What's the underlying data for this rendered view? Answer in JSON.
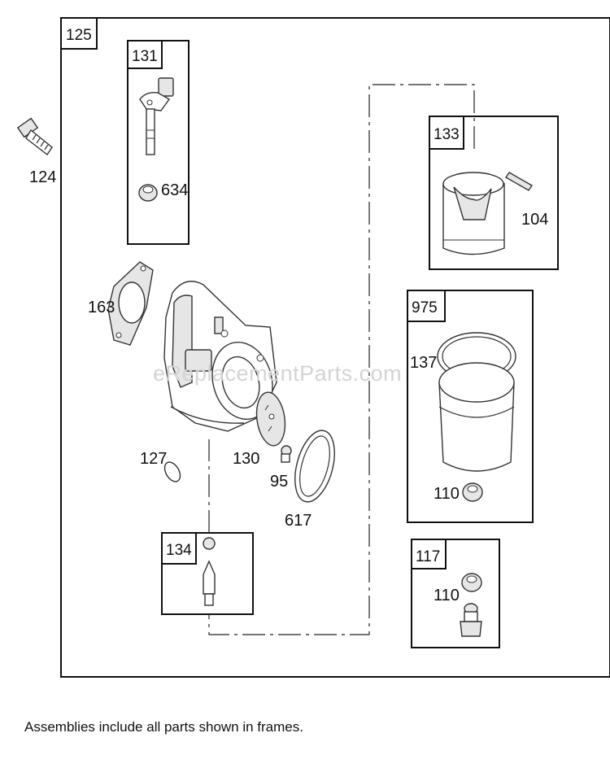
{
  "assembly_frames": [
    {
      "id": "125",
      "label": "125"
    },
    {
      "id": "131",
      "label": "131"
    },
    {
      "id": "133",
      "label": "133"
    },
    {
      "id": "975",
      "label": "975"
    },
    {
      "id": "134",
      "label": "134"
    },
    {
      "id": "117",
      "label": "117"
    }
  ],
  "part_labels": {
    "p124": "124",
    "p634": "634",
    "p104": "104",
    "p163": "163",
    "p137": "137",
    "p127": "127",
    "p130": "130",
    "p95": "95",
    "p617": "617",
    "p110a": "110",
    "p110b": "110"
  },
  "watermark": "eReplacementParts.com",
  "footnote": "Assemblies include all parts shown in frames."
}
